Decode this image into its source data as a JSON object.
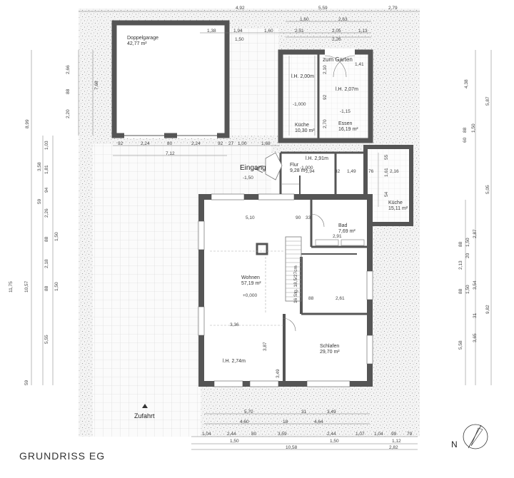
{
  "title": "GRUNDRISS EG",
  "north": "N",
  "labels": {
    "eingang": "Eingang",
    "zufahrt": "Zufahrt",
    "zum_garten": "zum Garten"
  },
  "rooms": {
    "garage": {
      "name": "Doppelgarage",
      "area": "42,77 m²"
    },
    "kueche1": {
      "name": "Küche",
      "area": "10,30 m²",
      "height": "l.H. 2,00m"
    },
    "essen": {
      "name": "Essen",
      "area": "16,19 m²",
      "height": "l.H. 2,07m"
    },
    "flur": {
      "name": "Flur",
      "area": "9,28 m²",
      "height": "l.H. 2,91m"
    },
    "kueche2": {
      "name": "Küche",
      "area": "15,11 m²"
    },
    "bad": {
      "name": "Bad",
      "area": "7,69 m²"
    },
    "wohnen": {
      "name": "Wohnen",
      "area": "57,19 m²",
      "height": "l.H. 2,74m"
    },
    "schlafen": {
      "name": "Schlafen",
      "area": "29,70 m²"
    }
  },
  "levels": {
    "l1": "-1,50",
    "l2": "-1,000",
    "l3": "-1,15",
    "l4": "-1,000",
    "l5": "+0,000",
    "l6": "1,41"
  },
  "stair_note": "16 Stg. 18,5/27cm",
  "dims_top": {
    "r1": [
      "4,92",
      "5,59",
      "2,79"
    ],
    "r2": [
      "1,60",
      "2,63"
    ],
    "r3": [
      "1,38",
      "1,94",
      "1,60",
      "2,51",
      "2,05",
      "1,13"
    ],
    "r4": [
      "1,50",
      "2,26"
    ]
  },
  "dims_garage": [
    "92",
    "2,24",
    "80",
    "2,24",
    "92",
    "27",
    "1,00",
    "1,68"
  ],
  "dims_garage_total": "7,12",
  "dims_inner": [
    "5,10",
    "90",
    "33",
    "2,91",
    "2,94",
    "1,49",
    "76",
    "2,16",
    "32",
    "88",
    "2,61",
    "3,36",
    "3,87",
    "3,49",
    "1,61",
    "55",
    "54",
    "92",
    "2,70",
    "2,10"
  ],
  "dims_bottom": {
    "r1": [
      "5,70",
      "31",
      "3,49"
    ],
    "r2": [
      "4,60",
      "18",
      "4,64"
    ],
    "r3": [
      "1,04",
      "2,44",
      "80",
      "3,59",
      "2,44",
      "1,07",
      "1,04",
      "99",
      "79"
    ],
    "r4": [
      "1,50",
      "1,50",
      "1,12"
    ],
    "r5": [
      "10,58",
      "2,82"
    ]
  },
  "dims_left": {
    "far": [
      "8,99",
      "11,75"
    ],
    "a": [
      "3,58",
      "10,57"
    ],
    "b": [
      "1,03",
      "1,81",
      "94",
      "59",
      "2,26",
      "88",
      "1,50",
      "2,18",
      "88",
      "1,50",
      "5,55",
      "59"
    ],
    "c": [
      "2,66",
      "88",
      "2,20",
      "7,68"
    ]
  },
  "dims_right": {
    "far": [
      "5,87",
      "5,05",
      "9,82"
    ],
    "a": [
      "4,38",
      "1,50",
      "88",
      "60",
      "2,87",
      "3,54",
      "31",
      "3,65"
    ],
    "b": [
      "88",
      "1,50",
      "2,13",
      "20",
      "88",
      "1,50",
      "5,58"
    ]
  }
}
